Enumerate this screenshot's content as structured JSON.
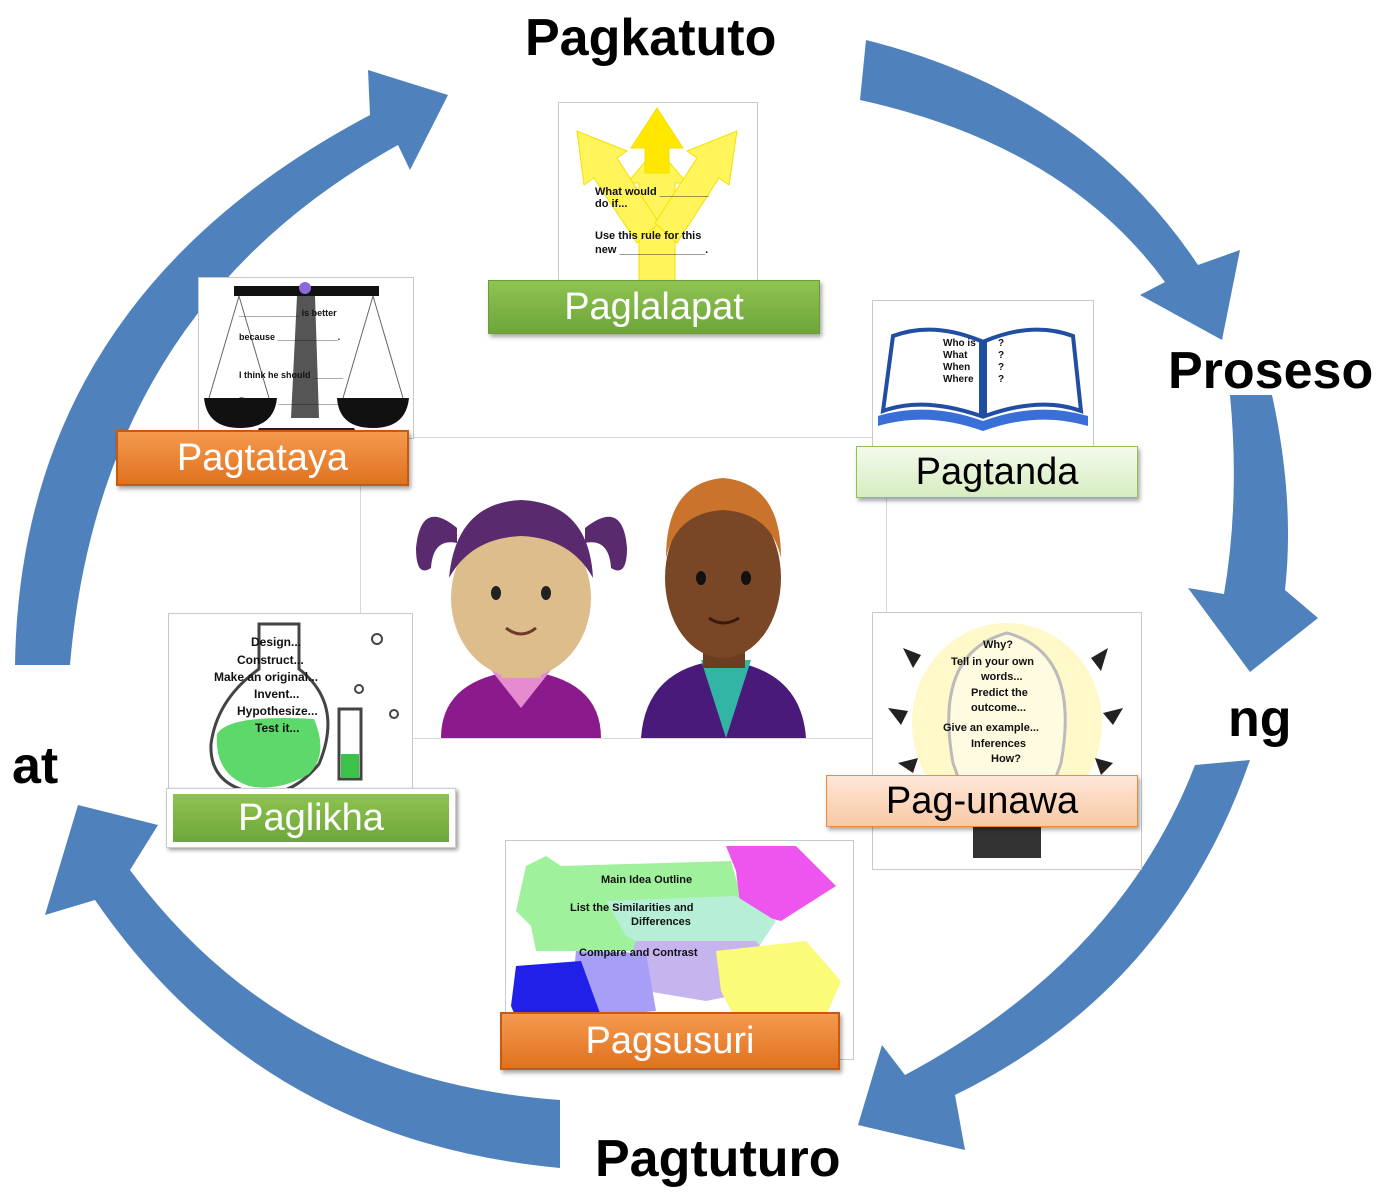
{
  "cycle": {
    "top": "Pagkatuto",
    "right": "Proseso",
    "right_lower": "ng",
    "bottom": "Pagtuturo",
    "left": "at",
    "arrow_color": "#4f81bd"
  },
  "stages": {
    "paglalapat": {
      "label": "Paglalapat",
      "lines": [
        "What would ________",
        "do if...",
        "Use this rule for this",
        "new ______________."
      ]
    },
    "pagtataya": {
      "label": "Pagtataya",
      "lines": [
        "____________ is better",
        "because ____________.",
        "I think he should ______",
        "Because ______________"
      ]
    },
    "pagtanda": {
      "label": "Pagtanda",
      "lines": [
        "Who is",
        "What",
        "When",
        "Where",
        "?",
        "?",
        "?",
        "?"
      ]
    },
    "pagunawa": {
      "label": "Pag-unawa",
      "lines": [
        "Why?",
        "Tell in your own",
        "words...",
        "Predict the",
        "outcome...",
        "Give an example...",
        "Inferences",
        "How?"
      ]
    },
    "paglikha": {
      "label": "Paglikha",
      "lines": [
        "Design...",
        "Construct...",
        "Make an original...",
        "Invent...",
        "Hypothesize...",
        "Test it..."
      ]
    },
    "pagsusuri": {
      "label": "Pagsusuri",
      "lines": [
        "Main Idea Outline",
        "List the Similarities and",
        "Differences",
        "Compare and Contrast"
      ]
    }
  },
  "colors": {
    "green": "#77b041",
    "orange": "#ed7d31",
    "light_green": "#e2f0d9",
    "peach": "#fbd5b5"
  }
}
